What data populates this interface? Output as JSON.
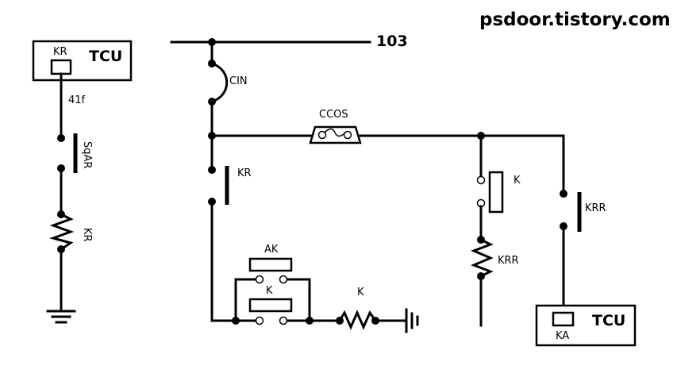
{
  "watermark": "psdoor.tistory.com",
  "wire_number": "103",
  "left_tcu": {
    "title": "TCU",
    "terminal": "KR",
    "wire": "41f"
  },
  "right_tcu": {
    "title": "TCU",
    "terminal": "KA"
  },
  "labels": {
    "cin": "CIN",
    "ccos": "CCOS",
    "kr_contact": "KR",
    "sqar": "SqAR",
    "kr_resistor": "KR",
    "ak": "AK",
    "k_contact": "K",
    "k_resistor": "K",
    "k_coil": "K",
    "krr_resistor": "KRR",
    "krr_contact": "KRR"
  }
}
